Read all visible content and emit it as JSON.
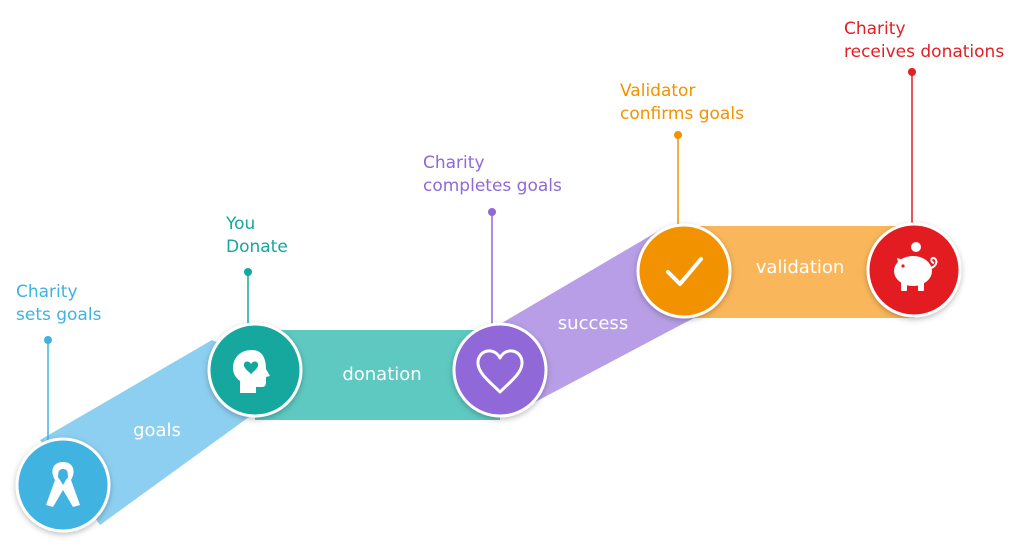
{
  "steps": [
    {
      "caption_lines": [
        "Charity",
        "sets goals"
      ],
      "color": "#3fb3e0",
      "icon": "awareness-ribbon-icon"
    },
    {
      "caption_lines": [
        "You",
        "Donate"
      ],
      "color": "#13a89e",
      "icon": "head-heart-icon"
    },
    {
      "caption_lines": [
        "Charity",
        "completes goals"
      ],
      "color": "#9068d8",
      "icon": "heart-outline-icon"
    },
    {
      "caption_lines": [
        "Validator",
        "confirms goals"
      ],
      "color": "#f39200",
      "icon": "checkmark-icon"
    },
    {
      "caption_lines": [
        "Charity",
        "receives donations"
      ],
      "color": "#e31e24",
      "icon": "piggy-bank-icon"
    }
  ],
  "bands": [
    {
      "label": "goals",
      "color": "#8dcff0"
    },
    {
      "label": "donation",
      "color": "#5dc9c0"
    },
    {
      "label": "success",
      "color": "#b79ee6"
    },
    {
      "label": "validation",
      "color": "#fab65a"
    }
  ]
}
